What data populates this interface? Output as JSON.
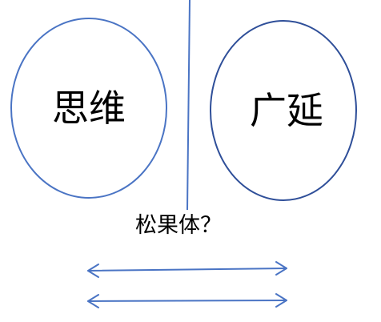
{
  "diagram": {
    "left_concept": "思维",
    "right_concept": "广延",
    "question": "松果体？"
  },
  "colors": {
    "left_circle_stroke": "#4a74c4",
    "right_circle_stroke": "#2f4f99",
    "divider": "#4a74c4",
    "arrows": "#4a74c4",
    "text": "#000000"
  }
}
